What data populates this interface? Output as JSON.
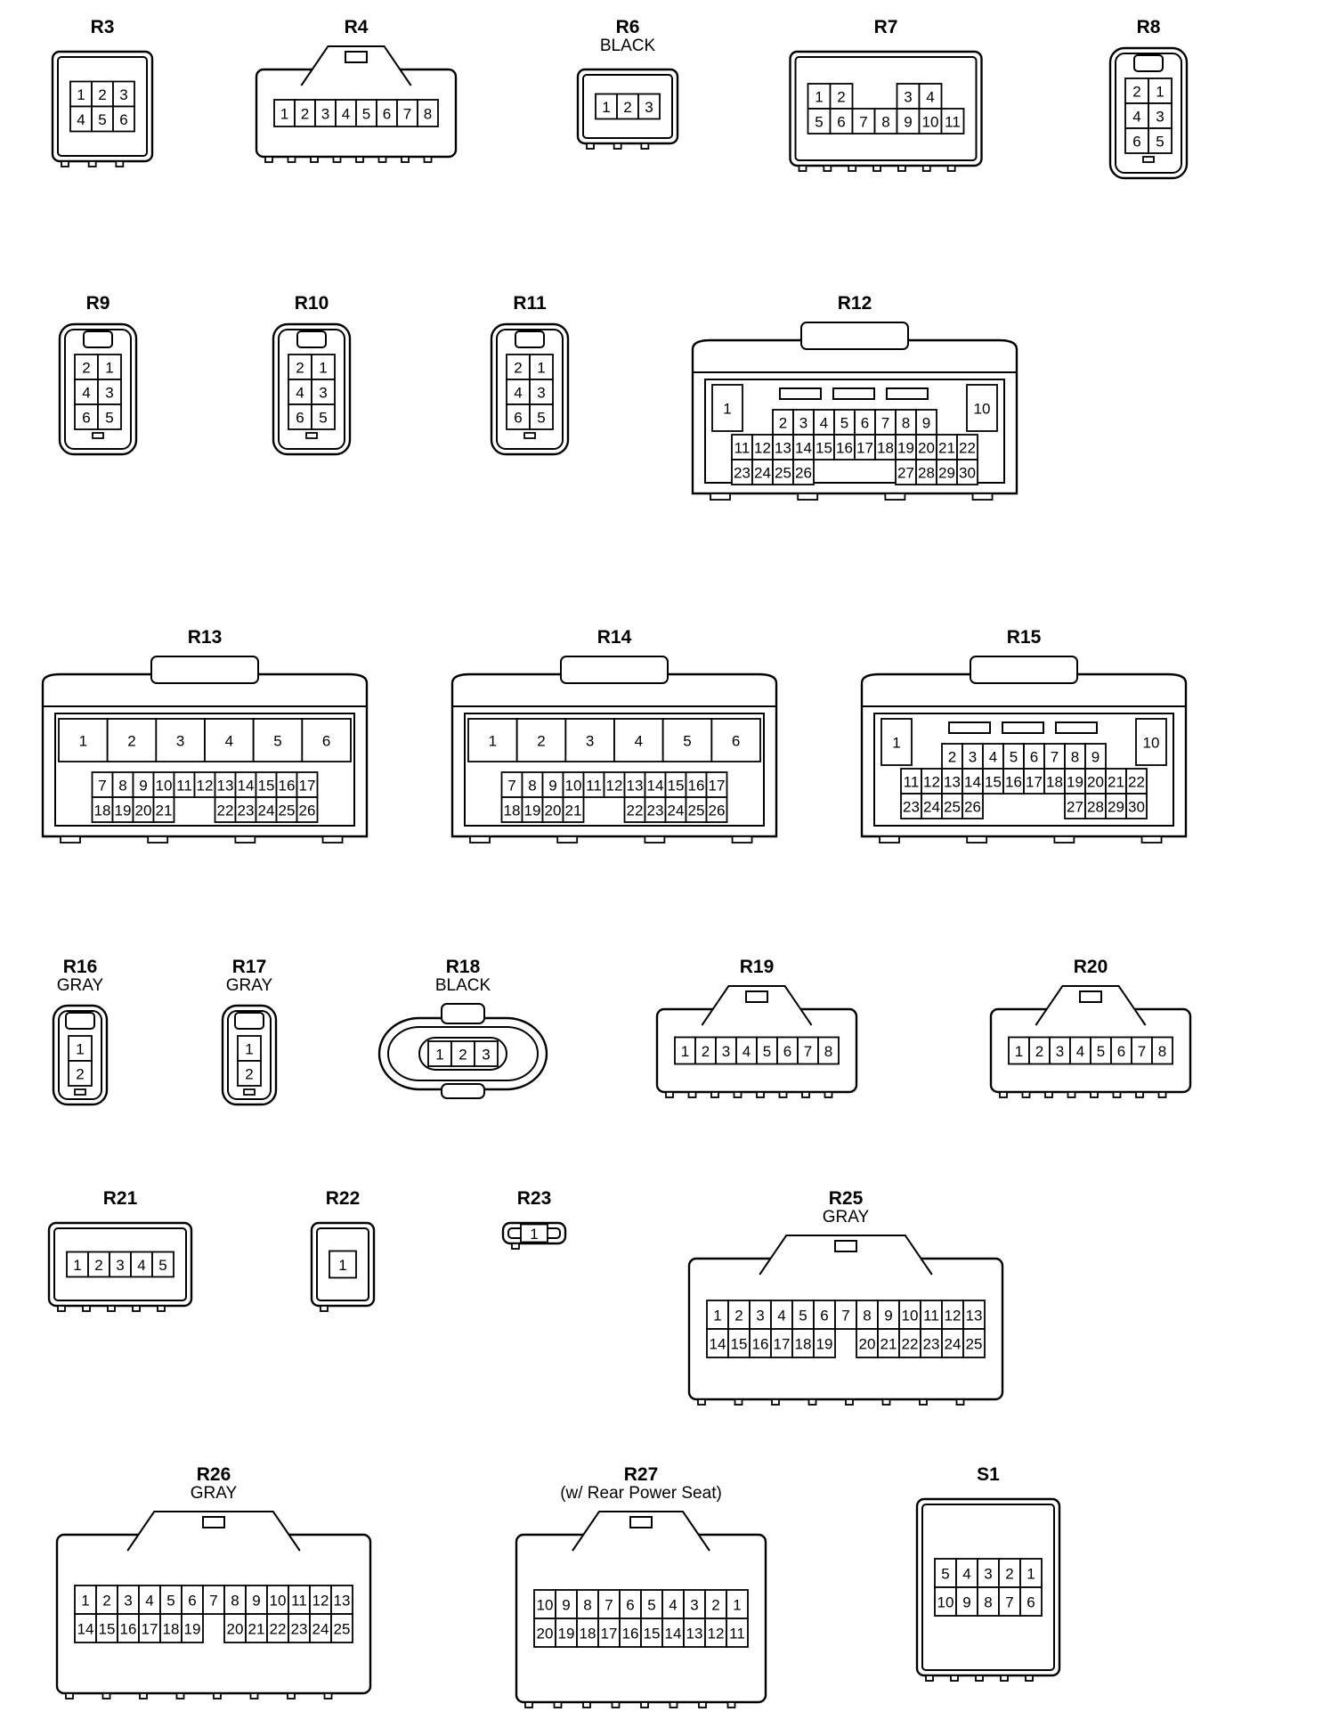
{
  "connectors": [
    {
      "id": "R3",
      "name": "R3",
      "note": "",
      "rows": [
        [
          "1",
          "2",
          "3"
        ],
        [
          "4",
          "5",
          "6"
        ]
      ]
    },
    {
      "id": "R4",
      "name": "R4",
      "note": "",
      "rows": [
        [
          "1",
          "2",
          "3",
          "4",
          "5",
          "6",
          "7",
          "8"
        ]
      ]
    },
    {
      "id": "R6",
      "name": "R6",
      "note": "BLACK",
      "rows": [
        [
          "1",
          "2",
          "3"
        ]
      ]
    },
    {
      "id": "R7",
      "name": "R7",
      "note": "",
      "rows": [
        [
          "1",
          "2",
          "",
          "",
          "3",
          "4"
        ],
        [
          "5",
          "6",
          "7",
          "8",
          "9",
          "10",
          "11"
        ]
      ]
    },
    {
      "id": "R8",
      "name": "R8",
      "note": "",
      "rows": [
        [
          "2",
          "1"
        ],
        [
          "4",
          "3"
        ],
        [
          "6",
          "5"
        ]
      ]
    },
    {
      "id": "R9",
      "name": "R9",
      "note": "",
      "rows": [
        [
          "2",
          "1"
        ],
        [
          "4",
          "3"
        ],
        [
          "6",
          "5"
        ]
      ]
    },
    {
      "id": "R10",
      "name": "R10",
      "note": "",
      "rows": [
        [
          "2",
          "1"
        ],
        [
          "4",
          "3"
        ],
        [
          "6",
          "5"
        ]
      ]
    },
    {
      "id": "R11",
      "name": "R11",
      "note": "",
      "rows": [
        [
          "2",
          "1"
        ],
        [
          "4",
          "3"
        ],
        [
          "6",
          "5"
        ]
      ]
    },
    {
      "id": "R12",
      "name": "R12",
      "note": "",
      "side": [
        "1",
        "10"
      ],
      "rows": [
        [
          "2",
          "3",
          "4",
          "5",
          "6",
          "7",
          "8",
          "9"
        ],
        [
          "11",
          "12",
          "13",
          "14",
          "15",
          "16",
          "17",
          "18",
          "19",
          "20",
          "21",
          "22"
        ],
        [
          "23",
          "24",
          "25",
          "26",
          "",
          "",
          "",
          "",
          "27",
          "28",
          "29",
          "30"
        ]
      ]
    },
    {
      "id": "R13",
      "name": "R13",
      "note": "",
      "big": [
        "1",
        "2",
        "3",
        "4",
        "5",
        "6"
      ],
      "rows": [
        [
          "7",
          "8",
          "9",
          "10",
          "11",
          "12",
          "13",
          "14",
          "15",
          "16",
          "17"
        ],
        [
          "18",
          "19",
          "20",
          "21",
          "",
          "",
          "22",
          "23",
          "24",
          "25",
          "26"
        ]
      ]
    },
    {
      "id": "R14",
      "name": "R14",
      "note": "",
      "big": [
        "1",
        "2",
        "3",
        "4",
        "5",
        "6"
      ],
      "rows": [
        [
          "7",
          "8",
          "9",
          "10",
          "11",
          "12",
          "13",
          "14",
          "15",
          "16",
          "17"
        ],
        [
          "18",
          "19",
          "20",
          "21",
          "",
          "",
          "22",
          "23",
          "24",
          "25",
          "26"
        ]
      ]
    },
    {
      "id": "R15",
      "name": "R15",
      "note": "",
      "side": [
        "1",
        "10"
      ],
      "rows": [
        [
          "2",
          "3",
          "4",
          "5",
          "6",
          "7",
          "8",
          "9"
        ],
        [
          "11",
          "12",
          "13",
          "14",
          "15",
          "16",
          "17",
          "18",
          "19",
          "20",
          "21",
          "22"
        ],
        [
          "23",
          "24",
          "25",
          "26",
          "",
          "",
          "",
          "",
          "27",
          "28",
          "29",
          "30"
        ]
      ]
    },
    {
      "id": "R16",
      "name": "R16",
      "note": "GRAY",
      "rows": [
        [
          "1"
        ],
        [
          "2"
        ]
      ]
    },
    {
      "id": "R17",
      "name": "R17",
      "note": "GRAY",
      "rows": [
        [
          "1"
        ],
        [
          "2"
        ]
      ]
    },
    {
      "id": "R18",
      "name": "R18",
      "note": "BLACK",
      "rows": [
        [
          "1",
          "2",
          "3"
        ]
      ]
    },
    {
      "id": "R19",
      "name": "R19",
      "note": "",
      "rows": [
        [
          "1",
          "2",
          "3",
          "4",
          "5",
          "6",
          "7",
          "8"
        ]
      ]
    },
    {
      "id": "R20",
      "name": "R20",
      "note": "",
      "rows": [
        [
          "1",
          "2",
          "3",
          "4",
          "5",
          "6",
          "7",
          "8"
        ]
      ]
    },
    {
      "id": "R21",
      "name": "R21",
      "note": "",
      "rows": [
        [
          "1",
          "2",
          "3",
          "4",
          "5"
        ]
      ]
    },
    {
      "id": "R22",
      "name": "R22",
      "note": "",
      "rows": [
        [
          "1"
        ]
      ]
    },
    {
      "id": "R23",
      "name": "R23",
      "note": "",
      "rows": [
        [
          "1"
        ]
      ]
    },
    {
      "id": "R25",
      "name": "R25",
      "note": "GRAY",
      "rows": [
        [
          "1",
          "2",
          "3",
          "4",
          "5",
          "6",
          "7",
          "8",
          "9",
          "10",
          "11",
          "12",
          "13"
        ],
        [
          "14",
          "15",
          "16",
          "17",
          "18",
          "19",
          "",
          "20",
          "21",
          "22",
          "23",
          "24",
          "25"
        ]
      ]
    },
    {
      "id": "R26",
      "name": "R26",
      "note": "GRAY",
      "rows": [
        [
          "1",
          "2",
          "3",
          "4",
          "5",
          "6",
          "7",
          "8",
          "9",
          "10",
          "11",
          "12",
          "13"
        ],
        [
          "14",
          "15",
          "16",
          "17",
          "18",
          "19",
          "",
          "20",
          "21",
          "22",
          "23",
          "24",
          "25"
        ]
      ]
    },
    {
      "id": "R27",
      "name": "R27",
      "note": "(w/ Rear Power Seat)",
      "rows": [
        [
          "10",
          "9",
          "8",
          "7",
          "6",
          "5",
          "4",
          "3",
          "2",
          "1"
        ],
        [
          "20",
          "19",
          "18",
          "17",
          "16",
          "15",
          "14",
          "13",
          "12",
          "11"
        ]
      ]
    },
    {
      "id": "S1",
      "name": "S1",
      "note": "",
      "rows": [
        [
          "5",
          "4",
          "3",
          "2",
          "1"
        ],
        [
          "10",
          "9",
          "8",
          "7",
          "6"
        ]
      ]
    }
  ]
}
